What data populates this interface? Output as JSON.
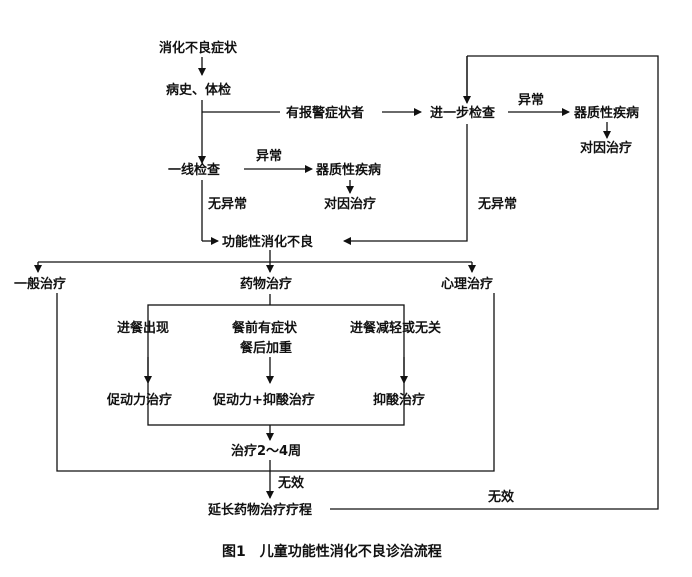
{
  "nodes": {
    "dyspepsia_symptoms": "消化不良症状",
    "history_exam": "病史、体检",
    "alarm_symptoms": "有报警症状者",
    "further_exam": "进一步检查",
    "abnormal_top": "异常",
    "organic_disease_top": "器质性疾病",
    "etiologic_treatment_top": "对因治疗",
    "first_line_exam": "一线检查",
    "abnormal_mid": "异常",
    "organic_disease_mid": "器质性疾病",
    "etiologic_treatment_mid": "对因治疗",
    "no_abnormal_left": "无异常",
    "no_abnormal_right": "无异常",
    "functional_dyspepsia": "功能性消化不良",
    "general_treatment": "一般治疗",
    "drug_treatment": "药物治疗",
    "psych_treatment": "心理治疗",
    "after_meal": "进餐出现",
    "preprandial_line1": "餐前有症状",
    "preprandial_line2": "餐后加重",
    "meal_relieved": "进餐减轻或无关",
    "prokinetic": "促动力治疗",
    "prokinetic_acid": "促动力+抑酸治疗",
    "acid_suppression": "抑酸治疗",
    "treat_weeks": "治疗2～4周",
    "ineffective_1": "无效",
    "extend_course": "延长药物治疗疗程",
    "ineffective_2": "无效"
  },
  "caption": "图1　儿童功能性消化不良诊治流程"
}
